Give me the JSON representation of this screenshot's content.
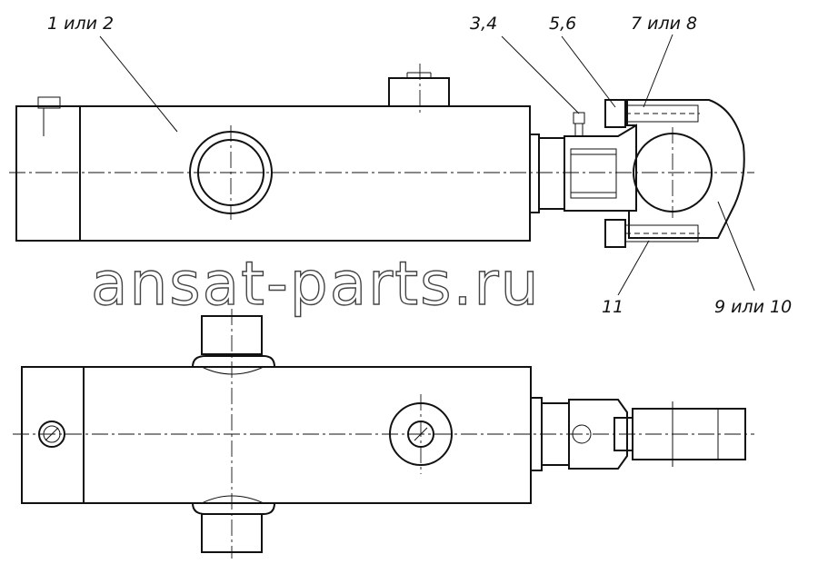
{
  "drawing": {
    "labels": {
      "part_1_2": "1 или 2",
      "part_3_4": "3,4",
      "part_5_6": "5,6",
      "part_7_8": "7 или 8",
      "part_11": "11",
      "part_9_10": "9 или 10"
    },
    "watermark": "ansat-parts.ru"
  }
}
